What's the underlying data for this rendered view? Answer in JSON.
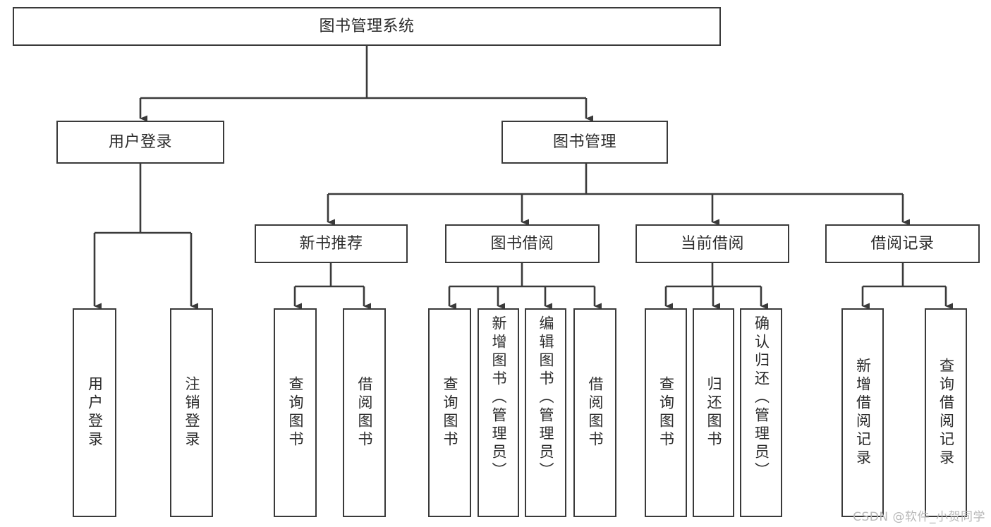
{
  "diagram": {
    "type": "tree-hierarchy",
    "title": "图书管理系统",
    "orientation": "top-down",
    "colors": {
      "box_border": "#3a3a3a",
      "box_fill": "#ffffff",
      "connector": "#3a3a3a",
      "text": "#2b2b2b",
      "watermark": "#b8b8b8",
      "background": "#ffffff"
    },
    "root": {
      "label": "图书管理系统"
    },
    "level2": [
      {
        "label": "用户登录"
      },
      {
        "label": "图书管理"
      }
    ],
    "level3": [
      {
        "label": "新书推荐"
      },
      {
        "label": "图书借阅"
      },
      {
        "label": "当前借阅"
      },
      {
        "label": "借阅记录"
      }
    ],
    "leaves": {
      "user_login": [
        {
          "label": "用户登录"
        },
        {
          "label": "注销登录"
        }
      ],
      "new_book_recommend": [
        {
          "label": "查询图书"
        },
        {
          "label": "借阅图书"
        }
      ],
      "book_borrow": [
        {
          "label": "查询图书"
        },
        {
          "label": "新增图书（管理员）"
        },
        {
          "label": "编辑图书（管理员）"
        },
        {
          "label": "借阅图书"
        }
      ],
      "current_borrow": [
        {
          "label": "查询图书"
        },
        {
          "label": "归还图书"
        },
        {
          "label": "确认归还（管理员）"
        }
      ],
      "borrow_record": [
        {
          "label": "新增借阅记录"
        },
        {
          "label": "查询借阅记录"
        }
      ]
    }
  },
  "watermark": {
    "text": "CSDN @软件_小贺同学"
  }
}
